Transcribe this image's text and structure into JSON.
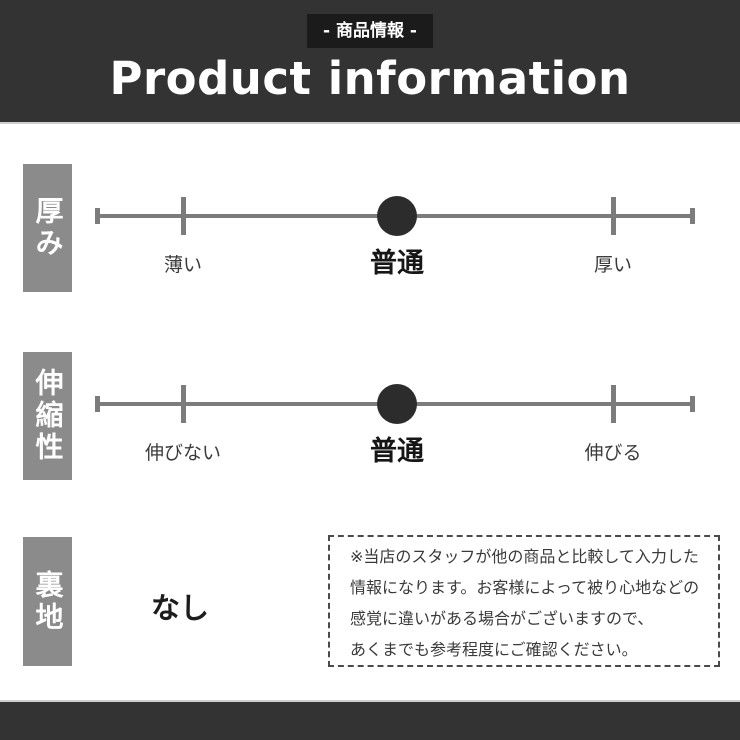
{
  "header": {
    "badge": "- 商品情報 -",
    "title": "Product information"
  },
  "rows": [
    {
      "label": "厚み",
      "scale": {
        "left": "薄い",
        "center": "普通",
        "right": "厚い",
        "selected": "普通"
      }
    },
    {
      "label": "伸縮性",
      "scale": {
        "left": "伸びない",
        "center": "普通",
        "right": "伸びる",
        "selected": "普通"
      }
    },
    {
      "label": "裏地",
      "value": "なし"
    }
  ],
  "note": {
    "line1": "※当店のスタッフが他の商品と比較して入力した",
    "line2": "情報になります。お客様によって被り心地などの",
    "line3": "感覚に違いがある場合がございますので、",
    "line4": "あくまでも参考程度にご確認ください。"
  },
  "colors": {
    "header_bg": "#333333",
    "badge_bg": "#1b1b1b",
    "label_box_bg": "#8b8b8b",
    "scale_line": "#7c7c7c",
    "selected_dot": "#2c2c2c",
    "body_bg": "#ffffff",
    "text_dark": "#3a3a3a"
  }
}
